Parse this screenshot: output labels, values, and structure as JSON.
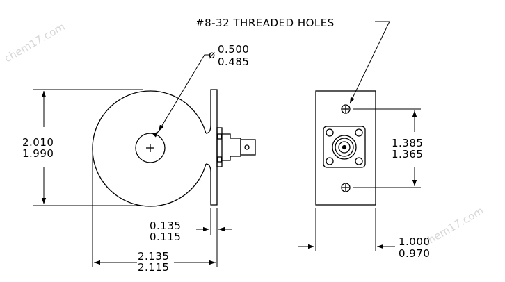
{
  "drawing": {
    "callout_holes": "#8-32 THREADED HOLES",
    "diameter_symbol": "ø",
    "dia_max": "0.500",
    "dia_min": "0.485",
    "height_max": "2.010",
    "height_min": "1.990",
    "flange_max": "0.135",
    "flange_min": "0.115",
    "length_max": "2.135",
    "length_min": "2.115",
    "hole_spacing_max": "1.385",
    "hole_spacing_min": "1.365",
    "width_max": "1.000",
    "width_min": "0.970"
  },
  "watermarks": {
    "top_left": "chem17.com",
    "bottom_right": "chem17.com"
  },
  "colors": {
    "line": "#000000",
    "watermark": "#d8d8d8",
    "background": "#ffffff"
  }
}
